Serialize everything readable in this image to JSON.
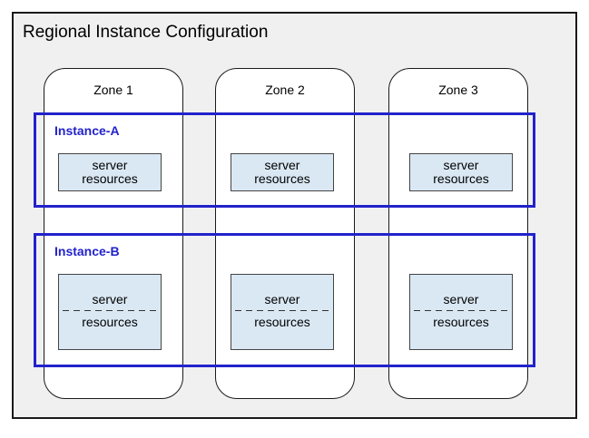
{
  "diagram": {
    "title": "Regional Instance Configuration",
    "zones": [
      {
        "label": "Zone 1"
      },
      {
        "label": "Zone 2"
      },
      {
        "label": "Zone 3"
      }
    ],
    "instances": [
      {
        "label": "Instance-A"
      },
      {
        "label": "Instance-B"
      }
    ],
    "server_box": {
      "line1": "server",
      "line2": "resources"
    }
  },
  "colors": {
    "region_background": "#f0f0f0",
    "region_border": "#1a1a1a",
    "zone_background": "#ffffff",
    "zone_border": "#1a1a1a",
    "instance_border": "#2222cc",
    "instance_label_text": "#2222cc",
    "server_box_background": "#dae8f4",
    "server_box_border": "#444444",
    "text": "#000000"
  }
}
